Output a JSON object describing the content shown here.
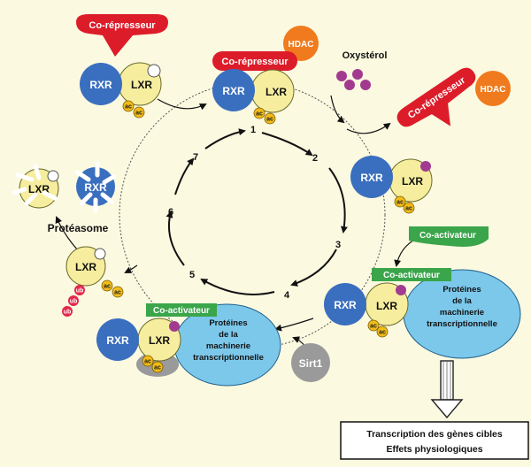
{
  "colors": {
    "background": "#fbf9e0",
    "rxr": "#3a6fbf",
    "lxr": "#f6ee9e",
    "corepressor": "#dd1c2a",
    "hdac": "#f07b1e",
    "coactivator": "#3aa54a",
    "machinery": "#7cc8eb",
    "oxysterol": "#a23b8f",
    "acetyl": "#f2bc18",
    "ubiquitin": "#e3284a",
    "sirt1": "#9a9a9a"
  },
  "labels": {
    "rxr": "RXR",
    "lxr": "LXR",
    "corepressor": "Co-répresseur",
    "hdac": "HDAC",
    "oxysterol": "Oxystérol",
    "coactivator": "Co-activateur",
    "machinery_l1": "Protéines",
    "machinery_l2": "de la",
    "machinery_l3": "machinerie",
    "machinery_l4": "transcriptionnelle",
    "proteasome": "Protéasome",
    "sirt1": "Sirt1",
    "ac": "ac",
    "ub": "ub",
    "output_l1": "Transcription des gènes cibles",
    "output_l2": "Effets physiologiques"
  },
  "steps": [
    "1",
    "2",
    "3",
    "4",
    "5",
    "6",
    "7"
  ]
}
